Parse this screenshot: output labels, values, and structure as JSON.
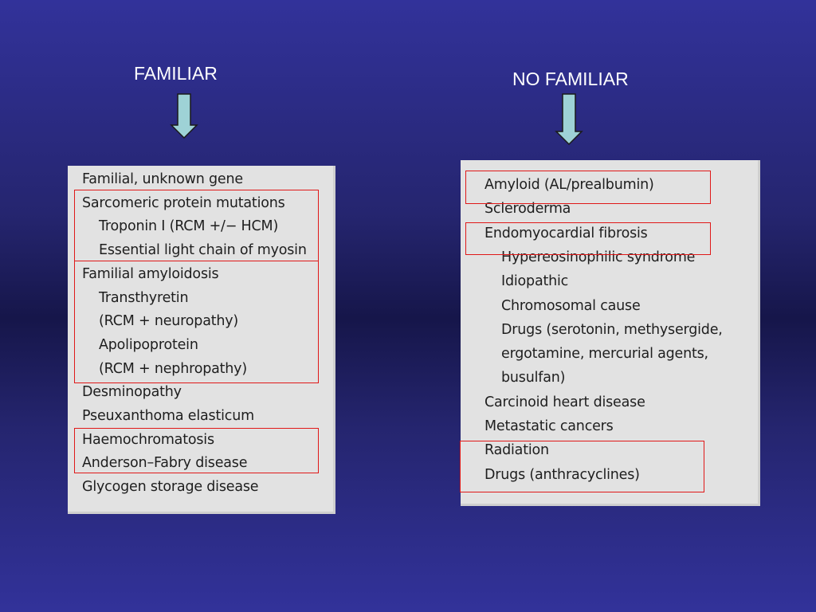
{
  "headings": {
    "familiar": "FAMILIAR",
    "no_familiar": "NO FAMILIAR"
  },
  "familiar_list": [
    {
      "text": "Familial, unknown gene",
      "indent": 0
    },
    {
      "text": "Sarcomeric protein mutations",
      "indent": 0
    },
    {
      "text": "Troponin I (RCM +/− HCM)",
      "indent": 1
    },
    {
      "text": "Essential light chain of myosin",
      "indent": 1
    },
    {
      "text": "Familial amyloidosis",
      "indent": 0
    },
    {
      "text": "Transthyretin",
      "indent": 1
    },
    {
      "text": "(RCM + neuropathy)",
      "indent": 1
    },
    {
      "text": "Apolipoprotein",
      "indent": 1
    },
    {
      "text": "(RCM + nephropathy)",
      "indent": 1
    },
    {
      "text": "Desminopathy",
      "indent": 0
    },
    {
      "text": "Pseuxanthoma elasticum",
      "indent": 0
    },
    {
      "text": "Haemochromatosis",
      "indent": 0
    },
    {
      "text": "Anderson–Fabry disease",
      "indent": 0
    },
    {
      "text": "Glycogen storage disease",
      "indent": 0
    }
  ],
  "no_familiar_list": [
    {
      "text": "Amyloid (AL/prealbumin)",
      "indent": 0
    },
    {
      "text": "Scleroderma",
      "indent": 0
    },
    {
      "text": "Endomyocardial fibrosis",
      "indent": 0
    },
    {
      "text": "Hypereosinophilic syndrome",
      "indent": 1
    },
    {
      "text": "Idiopathic",
      "indent": 1
    },
    {
      "text": "Chromosomal cause",
      "indent": 1
    },
    {
      "text": "Drugs (serotonin, methysergide,",
      "indent": 1
    },
    {
      "text": "ergotamine, mercurial agents,",
      "indent": 1
    },
    {
      "text": "busulfan)",
      "indent": 1
    },
    {
      "text": "Carcinoid heart disease",
      "indent": 0
    },
    {
      "text": "Metastatic cancers",
      "indent": 0
    },
    {
      "text": "Radiation",
      "indent": 0
    },
    {
      "text": "Drugs (anthracyclines)",
      "indent": 0
    }
  ],
  "highlight_color": "#e01818",
  "arrow_color": "#9ed2d6"
}
